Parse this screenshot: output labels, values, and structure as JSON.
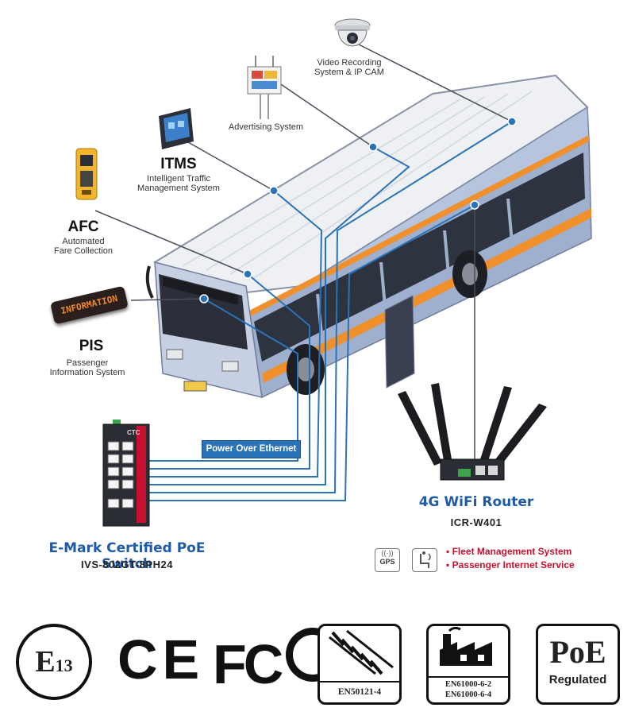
{
  "devices": {
    "camera": {
      "line1": "Video Recording",
      "line2": "System & IP CAM"
    },
    "advertising": {
      "label": "Advertising System"
    },
    "itms": {
      "abbr": "ITMS",
      "line1": "Intelligent Traffic",
      "line2": "Management System"
    },
    "afc": {
      "abbr": "AFC",
      "line1": "Automated",
      "line2": "Fare Collection"
    },
    "pis": {
      "abbr": "PIS",
      "sign": "INFORMATION",
      "line1": "Passenger",
      "line2": "Information System"
    }
  },
  "poe_banner": "Power Over Ethernet",
  "switch": {
    "title": "E-Mark Certified PoE Switch",
    "model": "IVS-802GT-8PH24",
    "brand": "CTC"
  },
  "router": {
    "title": "4G WiFi Router",
    "model": "ICR-W401"
  },
  "services": {
    "gps_label": "GPS",
    "items": [
      "Fleet Management System",
      "Passenger Internet Service"
    ]
  },
  "certifications": {
    "emark": {
      "letter": "E",
      "number": "13"
    },
    "ce": "CE",
    "fcc": "FC",
    "rail": "EN50121-4",
    "industry": [
      "EN61000-6-2",
      "EN61000-6-4"
    ],
    "poe": {
      "top": "PoE",
      "bottom": "Regulated"
    }
  },
  "colors": {
    "accent_blue": "#1f5aa6",
    "service_red": "#c8102e",
    "stripe_orange": "#f0902c",
    "bus_body": "#a9b8d4"
  }
}
